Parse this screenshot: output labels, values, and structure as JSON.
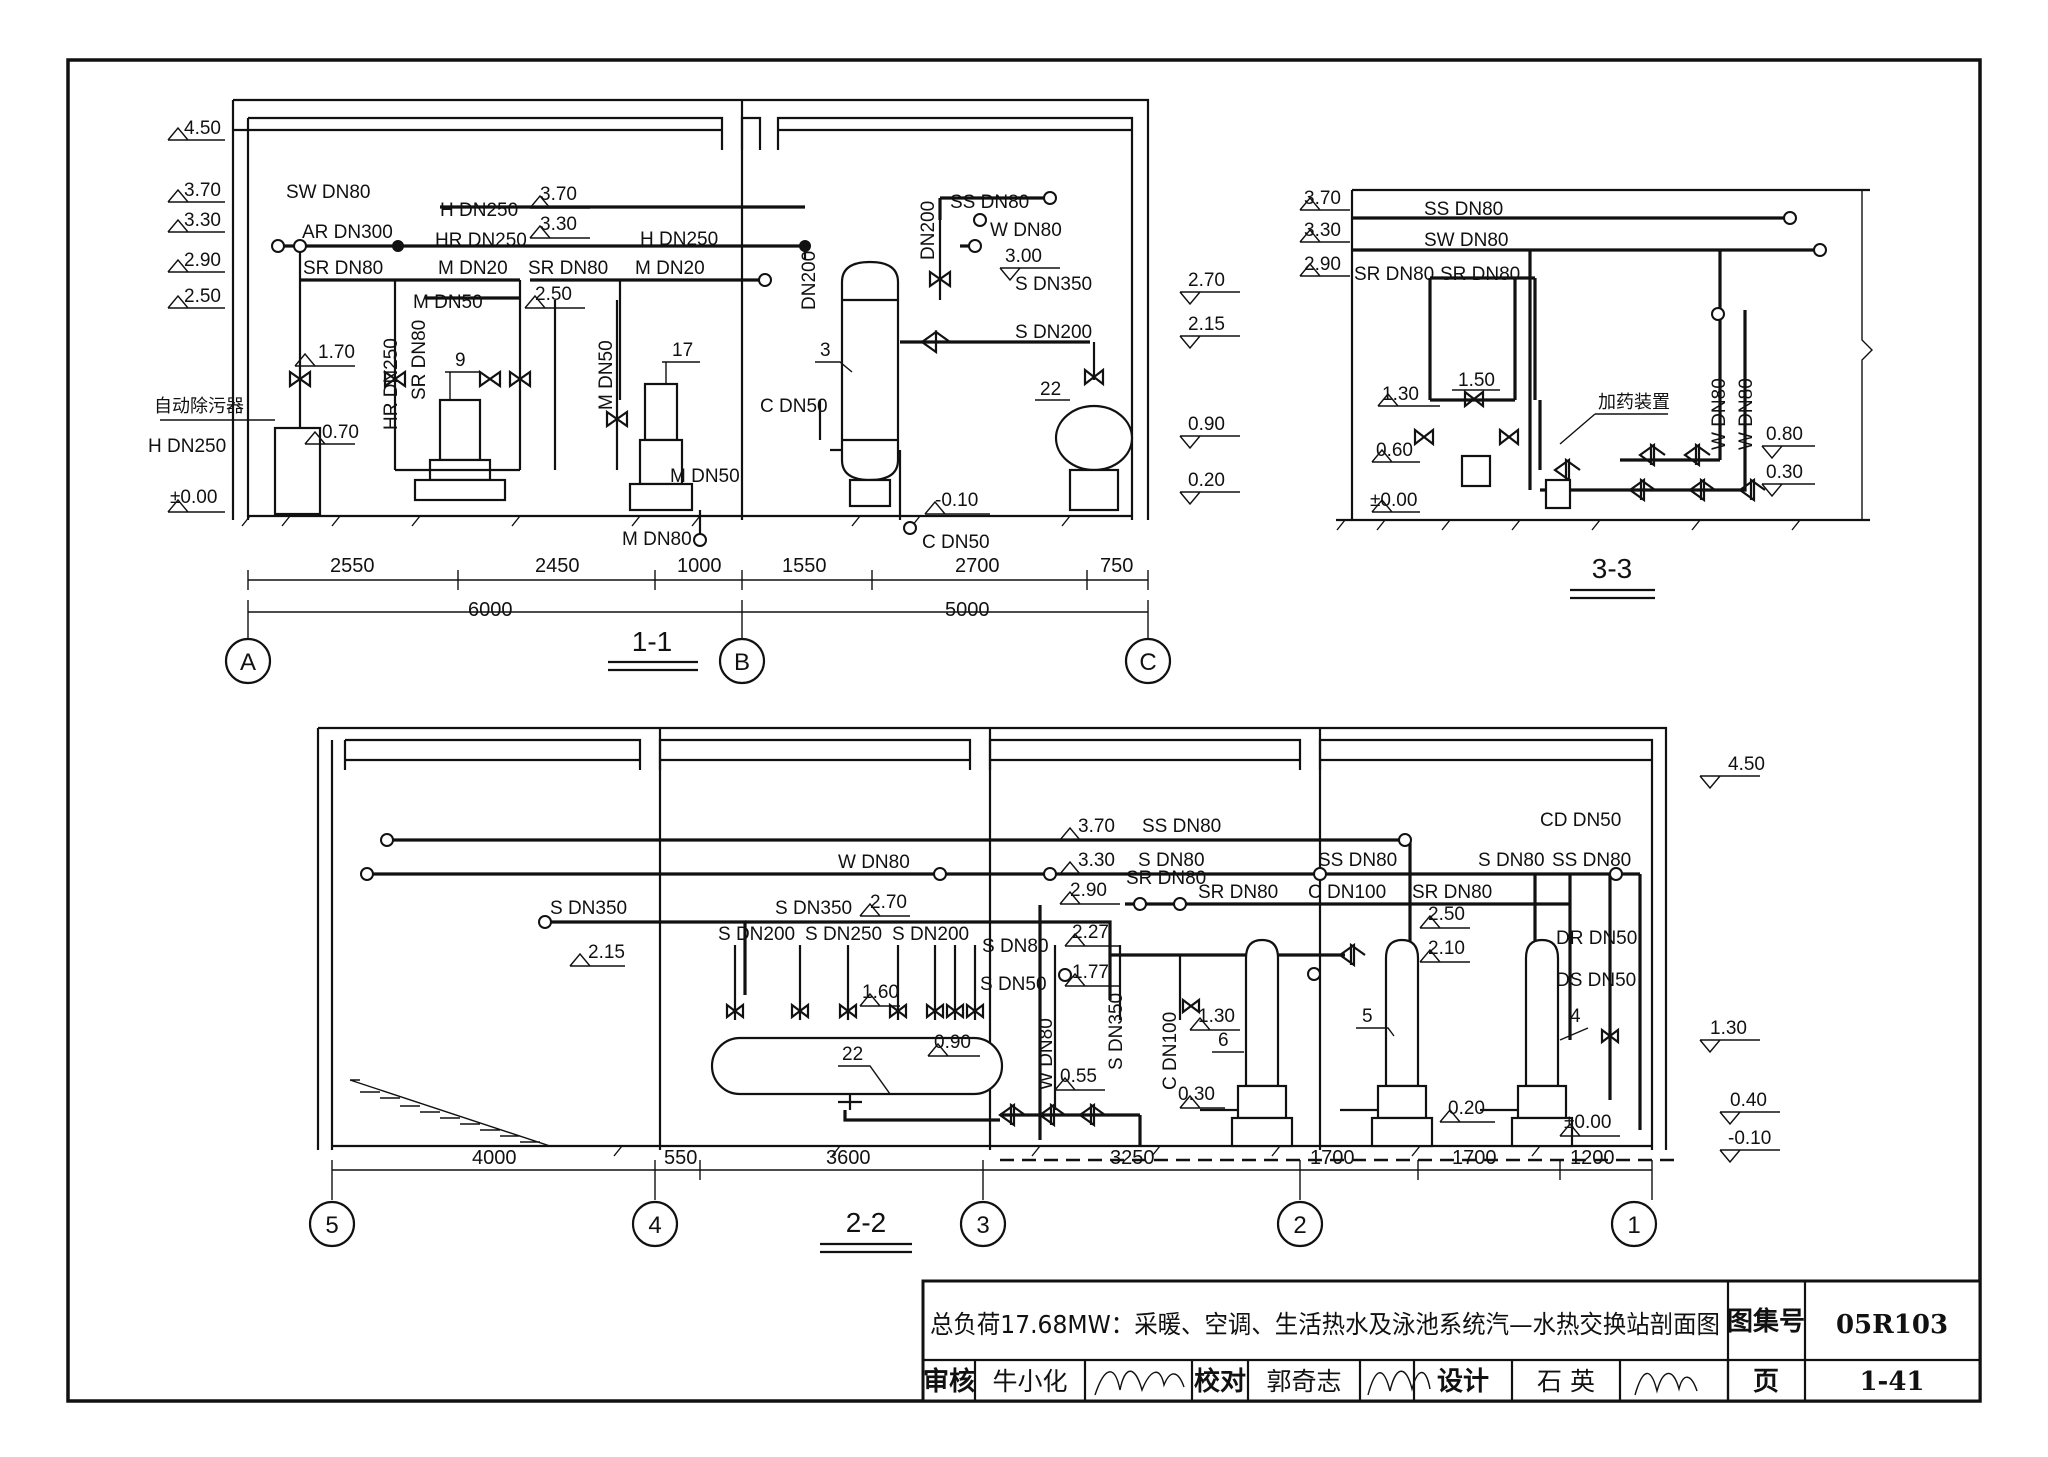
{
  "section_1_1": {
    "title": "1-1",
    "levels_left": [
      "4.50",
      "3.70",
      "3.30",
      "2.90",
      "2.50",
      "±0.00"
    ],
    "levels_right": [
      "2.70",
      "2.15",
      "0.90",
      "0.20"
    ],
    "pipe_labels": {
      "sw": "SW DN80",
      "ar": "AR DN300",
      "h_top": "H DN250",
      "hr": "HR DN250",
      "h_mid": "H DN250",
      "sr1": "SR DN80",
      "m1": "M DN20",
      "sr2": "SR DN80",
      "m2": "M DN20",
      "m3": "M DN50",
      "ss": "SS DN80",
      "w": "W DN80",
      "dn200a": "DN200",
      "dn200b": "DN200",
      "s350": "S DN350",
      "s200": "S DN200",
      "c50a": "C DN50",
      "c50b": "C DN50",
      "m50a": "M DN50",
      "m50b": "M DN50",
      "m80": "M DN80",
      "hr_v": "HR DN250",
      "sr_v": "SR DN80",
      "h_low": "H DN250"
    },
    "elevations": {
      "e370": "3.70",
      "e330": "3.30",
      "e250": "2.50",
      "e300": "3.00",
      "e170": "1.70",
      "e070": "0.70",
      "em010": "-0.10"
    },
    "equip_labels": {
      "pump9": "9",
      "pump17": "17",
      "tank3": "3",
      "tank22": "22",
      "filter": "自动除污器"
    },
    "dimensions_row1": [
      "2550",
      "2450",
      "1000",
      "1550",
      "2700",
      "750"
    ],
    "dimensions_row2": [
      "6000",
      "5000"
    ],
    "axes": [
      "A",
      "B",
      "C"
    ]
  },
  "section_3_3": {
    "title": "3-3",
    "levels": [
      "3.70",
      "3.30",
      "2.90",
      "1.30",
      "0.60",
      "±0.00",
      "0.80",
      "0.30"
    ],
    "pipe_labels": {
      "ss": "SS DN80",
      "sw": "SW DN80",
      "sr1": "SR DN80",
      "sr2": "SR DN80",
      "w1": "W DN80",
      "w2": "W DN80"
    },
    "elev_150": "1.50",
    "dosing_label": "加药装置"
  },
  "section_2_2": {
    "title": "2-2",
    "levels_right": [
      "4.50",
      "1.30",
      "0.40",
      "-0.10"
    ],
    "pipe_labels": {
      "ss_top": "SS DN80",
      "w_top": "W DN80",
      "s_dn80": "S DN80",
      "ss_dn80": "SS DN80",
      "s_dn80b": "S DN80",
      "ss_dn80b": "SS DN80",
      "cd": "CD DN50",
      "sr_a": "SR DN80",
      "sr_b": "SR DN80",
      "sr_c": "SR DN80",
      "c_dn100": "C DN100",
      "s_dn350": "S DN350",
      "s_dn350b": "S DN350",
      "s_dn200": "S DN200",
      "s_dn250": "S DN250",
      "s_dn200b": "S DN200",
      "s_dn80c": "S DN80",
      "s_dn50": "S DN50",
      "w_dn80v": "W DN80",
      "s_dn350v": "S DN350",
      "c_dn100v": "C DN100",
      "dr": "DR DN50",
      "ds": "DS DN50"
    },
    "elevations": {
      "e370": "3.70",
      "e330": "3.30",
      "e290": "2.90",
      "e270": "2.70",
      "e215": "2.15",
      "e227": "2.27",
      "e177": "1.77",
      "e160": "1.60",
      "e090": "0.90",
      "e055": "0.55",
      "e130": "1.30",
      "e030": "0.30",
      "e250": "2.50",
      "e210": "2.10",
      "e020": "0.20",
      "e000": "±0.00"
    },
    "equip_labels": {
      "tank22": "22",
      "hx6": "6",
      "hx5": "5",
      "hx4": "4"
    },
    "dimensions": [
      "4000",
      "550",
      "3600",
      "3250",
      "1700",
      "1700",
      "1200"
    ],
    "axes": [
      "5",
      "4",
      "3",
      "2",
      "1"
    ]
  },
  "title_block": {
    "drawing_title": "总负荷17.68MW：采暖、空调、生活热水及泳池系统汽—水热交换站剖面图",
    "atlas_no_label": "图集号",
    "atlas_no": "05R103",
    "review_label": "审核",
    "reviewer": "牛小化",
    "check_label": "校对",
    "checker": "郭奇志",
    "design_label": "设计",
    "designer": "石 英",
    "page_label": "页",
    "page_no": "1-41"
  }
}
